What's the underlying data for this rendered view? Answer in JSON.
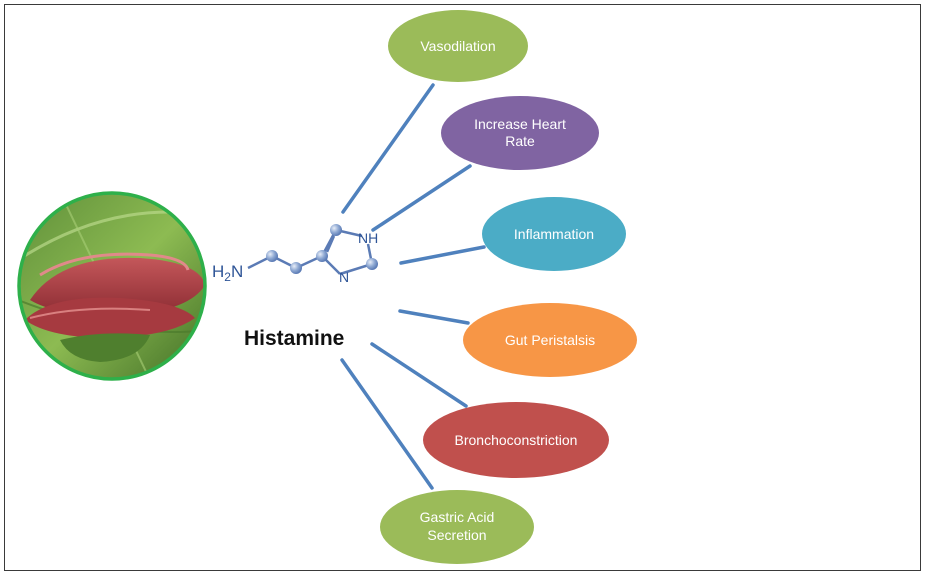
{
  "title": "Histamine",
  "molecule": {
    "amine_group": "H2N",
    "ring_nitrogen_1": "N",
    "ring_nh": "NH"
  },
  "effects": [
    {
      "label": "Vasodilation",
      "color": "#9bbb59"
    },
    {
      "label": "Increase Heart Rate",
      "color": "#8064a2"
    },
    {
      "label": "Inflammation",
      "color": "#4bacc6"
    },
    {
      "label": "Gut Peristalsis",
      "color": "#f79646"
    },
    {
      "label": "Bronchoconstriction",
      "color": "#c0504d"
    },
    {
      "label": "Gastric Acid Secretion",
      "color": "#9bbb59"
    }
  ],
  "connector_color": "#4f81bd",
  "food_image": {
    "name": "raw tuna on banana leaf",
    "border_color": "#2eb04a"
  }
}
